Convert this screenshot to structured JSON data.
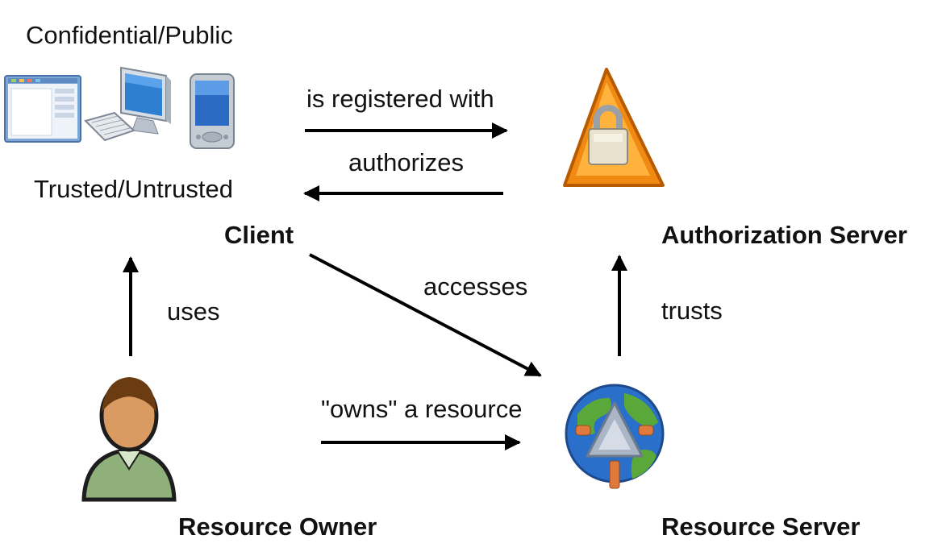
{
  "client": {
    "top_label": "Confidential/Public",
    "bottom_label": "Trusted/Untrusted",
    "title": "Client",
    "icons": [
      "browser-window-icon",
      "desktop-computer-icon",
      "pda-icon"
    ]
  },
  "authorization_server": {
    "title": "Authorization Server",
    "icon": "lock-warning-icon"
  },
  "resource_owner": {
    "title": "Resource Owner",
    "icon": "user-icon"
  },
  "resource_server": {
    "title": "Resource Server",
    "icon": "globe-icon"
  },
  "relations": {
    "registered": "is registered with",
    "authorizes": "authorizes",
    "uses": "uses",
    "accesses": "accesses",
    "trusts": "trusts",
    "owns": "\"owns\" a resource"
  },
  "colors": {
    "arrow": "#000000",
    "lock_orange": "#f08a12",
    "globe_blue": "#2a6fc9",
    "globe_green": "#5aa83a",
    "user_shirt": "#8fb07a",
    "user_hair": "#6b3b12"
  }
}
